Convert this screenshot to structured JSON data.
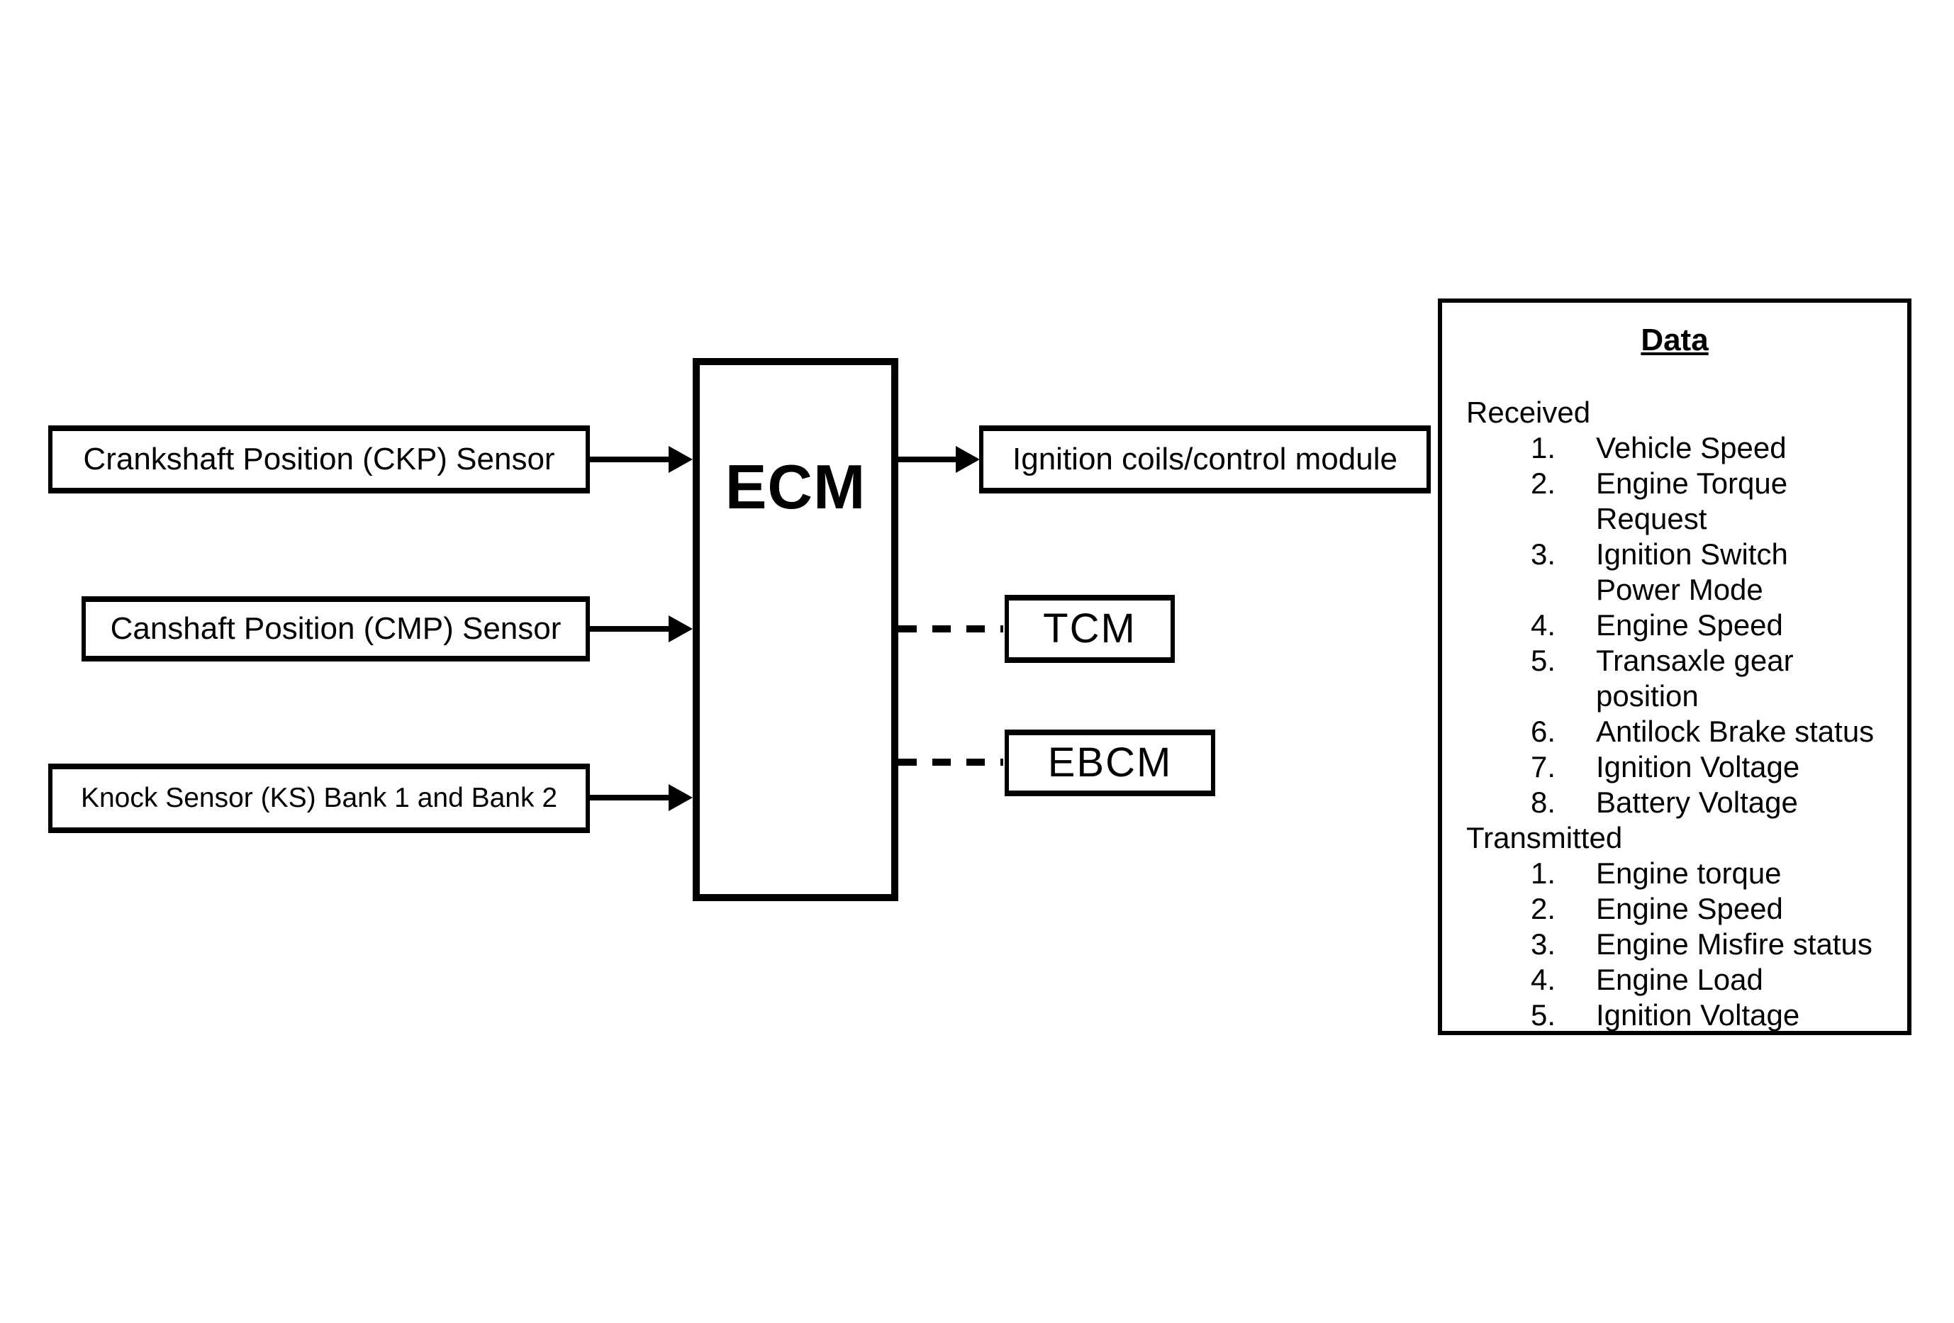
{
  "page": {
    "background_color": "#ffffff",
    "ink_color": "#000000"
  },
  "diagram": {
    "inputs": [
      {
        "label": "Crankshaft Position (CKP) Sensor",
        "connection": "solid-arrow-to-ecm"
      },
      {
        "label": "Canshaft Position (CMP) Sensor",
        "connection": "solid-arrow-to-ecm"
      },
      {
        "label": "Knock Sensor (KS) Bank 1 and Bank 2",
        "connection": "solid-arrow-to-ecm"
      }
    ],
    "ecm": {
      "label": "ECM"
    },
    "outputs": [
      {
        "label": "Ignition coils/control module",
        "connection": "solid-arrow-from-ecm"
      },
      {
        "label": "TCM",
        "connection": "dashed-line-from-ecm"
      },
      {
        "label": "EBCM",
        "connection": "dashed-line-from-ecm"
      }
    ],
    "data_panel": {
      "title": "Data",
      "sections": [
        {
          "heading": "Received",
          "items": [
            {
              "num": "1.",
              "text": "Vehicle Speed"
            },
            {
              "num": "2.",
              "text": "Engine Torque\nRequest"
            },
            {
              "num": "3.",
              "text": "Ignition Switch\nPower Mode"
            },
            {
              "num": "4.",
              "text": "Engine Speed"
            },
            {
              "num": "5.",
              "text": "Transaxle gear\nposition"
            },
            {
              "num": "6.",
              "text": "Antilock Brake status"
            },
            {
              "num": "7.",
              "text": "Ignition Voltage"
            },
            {
              "num": "8.",
              "text": "Battery Voltage"
            }
          ]
        },
        {
          "heading": "Transmitted",
          "items": [
            {
              "num": "1.",
              "text": "Engine torque"
            },
            {
              "num": "2.",
              "text": "Engine Speed"
            },
            {
              "num": "3.",
              "text": "Engine Misfire status"
            },
            {
              "num": "4.",
              "text": "Engine Load"
            },
            {
              "num": "5.",
              "text": "Ignition Voltage"
            }
          ]
        }
      ]
    }
  }
}
